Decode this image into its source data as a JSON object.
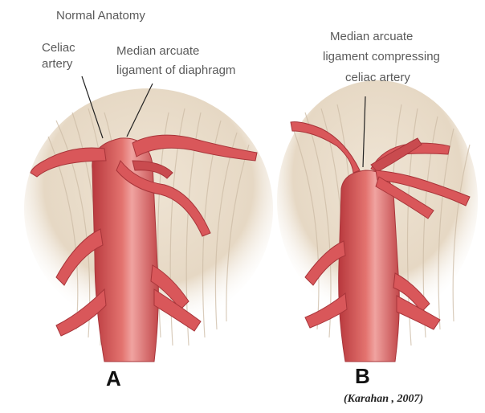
{
  "panel_a": {
    "title": "Normal Anatomy",
    "label_celiac_line1": "Celiac",
    "label_celiac_line2": "artery",
    "label_ligament_line1": "Median arcuate",
    "label_ligament_line2": "ligament of diaphragm",
    "letter": "A"
  },
  "panel_b": {
    "label_line1": "Median arcuate",
    "label_line2": "ligament compressing",
    "label_line3": "celiac artery",
    "letter": "B"
  },
  "citation": "(Karahan , 2007)",
  "colors": {
    "artery": "#d9575a",
    "artery_dark": "#b8383d",
    "artery_highlight": "#f0a3a0",
    "muscle": "#e8dccb",
    "muscle_fiber": "#c9b8a2"
  }
}
